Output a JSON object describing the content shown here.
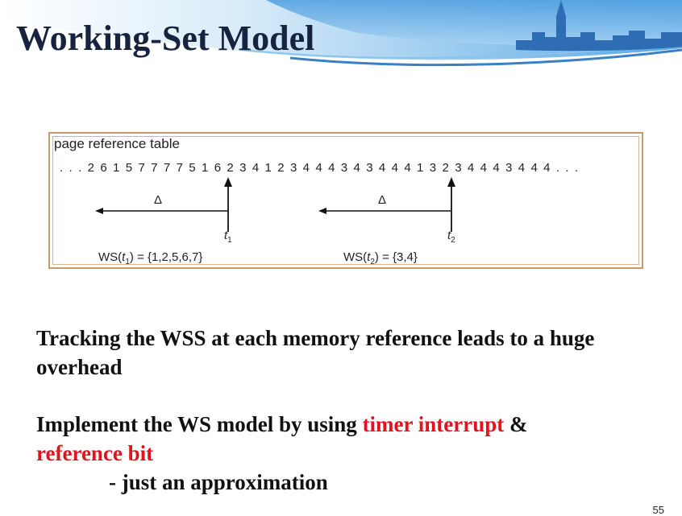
{
  "slide": {
    "title": "Working-Set Model",
    "page_number": "55"
  },
  "figure": {
    "label": "page reference table",
    "sequence": ". . . 2 6 1 5 7 7 7 7 5 1 6 2 3 4 1 2 3 4 4 4 3 4 3 4 4 4 1 3 2 3 4 4 4 3 4 4 4 . . .",
    "delta": "Δ",
    "t1": {
      "letter": "t",
      "sub": "1"
    },
    "t2": {
      "letter": "t",
      "sub": "2"
    },
    "ws1": {
      "prefix": "WS(",
      "t": "t",
      "sub": "1",
      "suffix": ") = {1,2,5,6,7}"
    },
    "ws2": {
      "prefix": "WS(",
      "t": "t",
      "sub": "2",
      "suffix": ") = {3,4}"
    }
  },
  "body": {
    "para1": "Tracking the WSS at each memory reference leads to a huge overhead",
    "para2_start": "Implement the WS model by using ",
    "para2_red1": "timer interrupt",
    "para2_mid": " & ",
    "para2_red2": "reference bit",
    "para3": "- just an approximation"
  },
  "colors": {
    "title": "#17233f",
    "accent_red": "#e0141e",
    "figure_border": "#c89a6a",
    "banner_blue": "#6fb4e6"
  }
}
